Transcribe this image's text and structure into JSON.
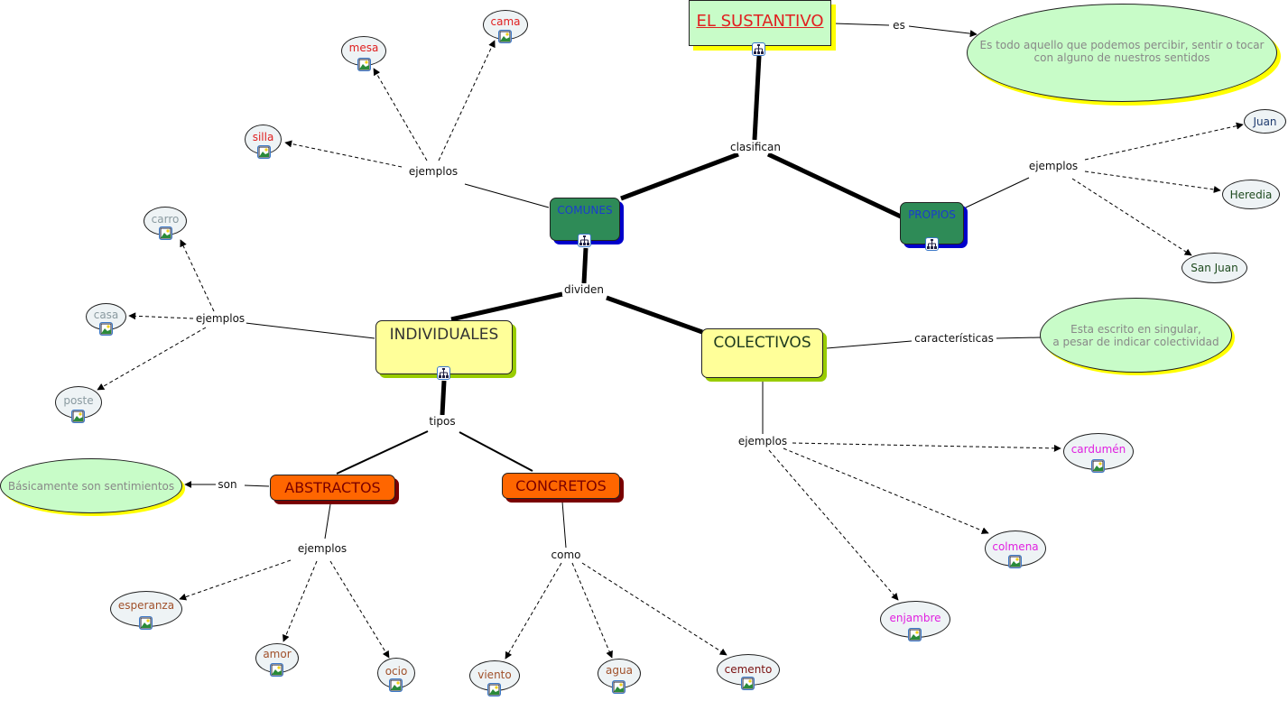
{
  "map_title": "EL SUSTANTIVO",
  "concepts": {
    "sustantivo": {
      "text": "EL SUSTANTIVO"
    },
    "definicion": {
      "text_line1": "Es todo aquello que podemos percibir, sentir o tocar",
      "text_line2": "con alguno de nuestros sentidos"
    },
    "comunes": {
      "text": "COMUNES"
    },
    "propios": {
      "text": "PROPIOS"
    },
    "individuales": {
      "text": "INDIVIDUALES"
    },
    "colectivos": {
      "text": "COLECTIVOS"
    },
    "colectivos_desc": {
      "text_line1": "Esta escrito en singular,",
      "text_line2": "a pesar de indicar colectividad"
    },
    "abstractos": {
      "text": "ABSTRACTOS"
    },
    "concretos": {
      "text": "CONCRETOS"
    },
    "abstractos_desc": {
      "text": "Básicamente son sentimientos"
    }
  },
  "linking_phrases": {
    "es": "es",
    "clasifican": "clasifican",
    "ejemplos_comunes": "ejemplos",
    "ejemplos_propios": "ejemplos",
    "dividen": "dividen",
    "ejemplos_individuales": "ejemplos",
    "caracteristicas": "características",
    "ejemplos_colectivos": "ejemplos",
    "tipos": "tipos",
    "son": "son",
    "ejemplos_abstractos": "ejemplos",
    "como": "como"
  },
  "examples": {
    "comunes": [
      "silla",
      "mesa",
      "cama"
    ],
    "propios": [
      "Juan",
      "Heredia",
      "San Juan"
    ],
    "individuales": [
      "carro",
      "casa",
      "poste"
    ],
    "colectivos": [
      "cardumén",
      "colmena",
      "enjambre"
    ],
    "abstractos": [
      "esperanza",
      "amor",
      "ocio"
    ],
    "concretos": [
      "viento",
      "agua",
      "cemento"
    ]
  },
  "icons": {
    "submap": "submap-icon",
    "image": "image-icon"
  },
  "colors": {
    "title_text": "#e02020",
    "title_fill": "#c8fcc8",
    "yellow_shadow": "#ffff00",
    "green_node": "#2e8b57",
    "blue_text": "#1a3ccf",
    "yellow_node": "#ffff99",
    "lime_shadow": "#99cc00",
    "orange_node": "#ff6600",
    "dark_red": "#7a0000",
    "desc_fill": "#c8fcc8",
    "red_examples": "#e02020",
    "gray_examples": "#8a9aa0",
    "magenta_examples": "#e020e0",
    "brown_examples": "#a0502a",
    "navy_examples": "#1e3a6e",
    "darkgreen_examples": "#1e4a1e"
  }
}
